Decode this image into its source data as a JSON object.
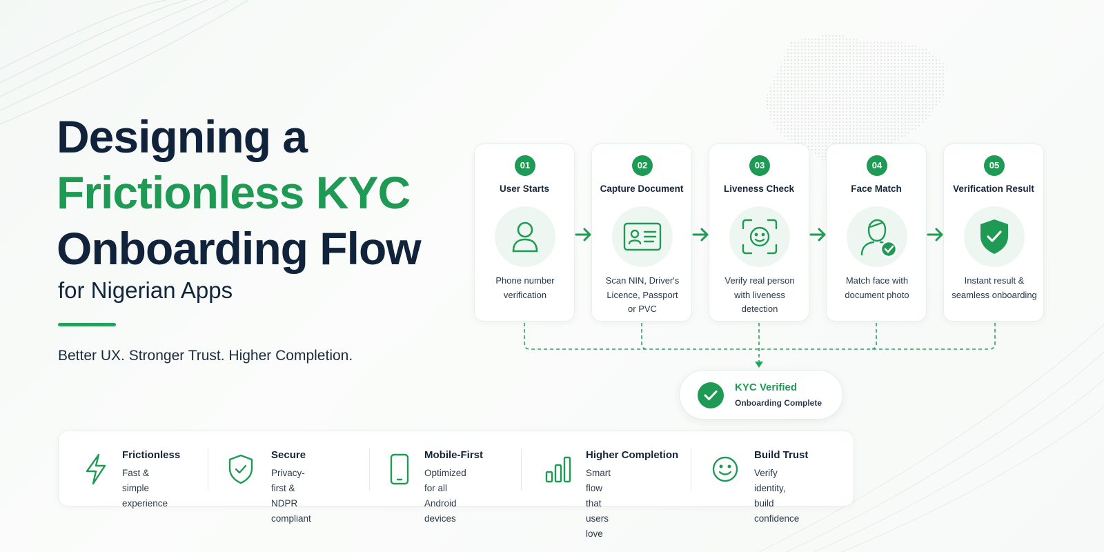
{
  "colors": {
    "accent": "#1f9a54",
    "heading": "#10233a",
    "background": "#f6f9f7"
  },
  "hero": {
    "title_line1": "Designing a",
    "title_line2": "Frictionless KYC",
    "title_line3": "Onboarding Flow",
    "subtitle": "for Nigerian Apps",
    "tagline": "Better UX. Stronger Trust. Higher Completion."
  },
  "steps": [
    {
      "number": "01",
      "title": "User Starts",
      "icon": "user-icon",
      "description": "Phone number\nverification"
    },
    {
      "number": "02",
      "title": "Capture Document",
      "icon": "id-card-icon",
      "description": "Scan NIN, Driver's\nLicence, Passport\nor PVC"
    },
    {
      "number": "03",
      "title": "Liveness Check",
      "icon": "face-scan-icon",
      "description": "Verify real person\nwith liveness\ndetection"
    },
    {
      "number": "04",
      "title": "Face Match",
      "icon": "face-match-icon",
      "description": "Match face with\ndocument photo"
    },
    {
      "number": "05",
      "title": "Verification Result",
      "icon": "shield-check-icon",
      "description": "Instant result &\nseamless onboarding"
    }
  ],
  "result": {
    "title": "KYC Verified",
    "subtitle": "Onboarding Complete",
    "icon": "check-circle-icon"
  },
  "features": [
    {
      "title": "Frictionless",
      "icon": "lightning-icon",
      "description": "Fast & simple\nexperience"
    },
    {
      "title": "Secure",
      "icon": "shield-icon",
      "description": "Privacy-first &\nNDPR compliant"
    },
    {
      "title": "Mobile-First",
      "icon": "smartphone-icon",
      "description": "Optimized for all\nAndroid devices"
    },
    {
      "title": "Higher Completion",
      "icon": "bar-chart-icon",
      "description": "Smart flow that\nusers love"
    },
    {
      "title": "Build Trust",
      "icon": "smile-icon",
      "description": "Verify identity,\nbuild confidence"
    }
  ]
}
